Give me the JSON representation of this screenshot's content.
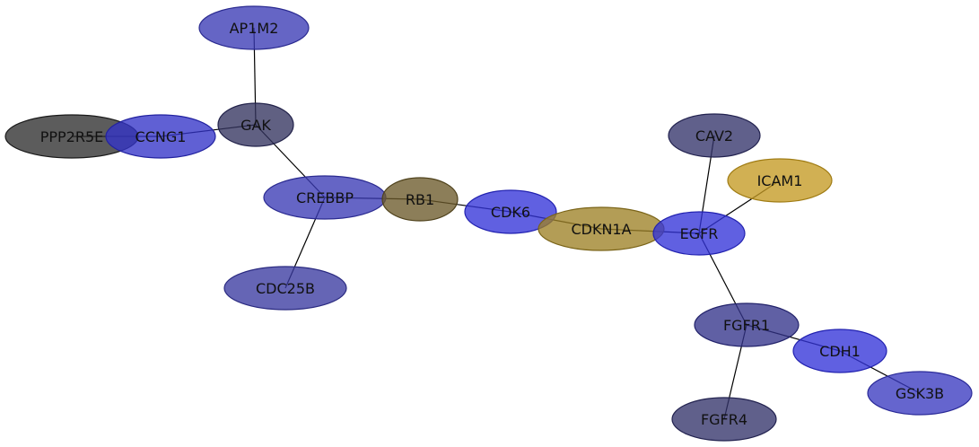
{
  "nodes": [
    {
      "id": "AP1M2",
      "label": "AP1M2",
      "fill": "#3a3ab5",
      "stroke": "#2a2a90"
    },
    {
      "id": "GAK",
      "label": "GAK",
      "fill": "#33335f",
      "stroke": "#22224a"
    },
    {
      "id": "PPP2R5E",
      "label": "PPP2R5E",
      "fill": "#2e2e2e",
      "stroke": "#1a1a1a"
    },
    {
      "id": "CCNG1",
      "label": "CCNG1",
      "fill": "#3333c8",
      "stroke": "#2222a0"
    },
    {
      "id": "CREBBP",
      "label": "CREBBP",
      "fill": "#3a3ab5",
      "stroke": "#2a2a90"
    },
    {
      "id": "RB1",
      "label": "RB1",
      "fill": "#6b5a2a",
      "stroke": "#4f421c"
    },
    {
      "id": "CDC25B",
      "label": "CDC25B",
      "fill": "#3a3aa0",
      "stroke": "#2a2a80"
    },
    {
      "id": "CDK6",
      "label": "CDK6",
      "fill": "#3333d8",
      "stroke": "#2222b0"
    },
    {
      "id": "CDKN1A",
      "label": "CDKN1A",
      "fill": "#9e8226",
      "stroke": "#7a6418"
    },
    {
      "id": "EGFR",
      "label": "EGFR",
      "fill": "#3333d8",
      "stroke": "#2222b0"
    },
    {
      "id": "CAV2",
      "label": "CAV2",
      "fill": "#33336a",
      "stroke": "#22224f"
    },
    {
      "id": "ICAM1",
      "label": "ICAM1",
      "fill": "#c49a22",
      "stroke": "#a07c14"
    },
    {
      "id": "FGFR1",
      "label": "FGFR1",
      "fill": "#33338a",
      "stroke": "#22226a"
    },
    {
      "id": "CDH1",
      "label": "CDH1",
      "fill": "#3333d8",
      "stroke": "#2222b0"
    },
    {
      "id": "GSK3B",
      "label": "GSK3B",
      "fill": "#3a3ac0",
      "stroke": "#2a2a98"
    },
    {
      "id": "FGFR4",
      "label": "FGFR4",
      "fill": "#33336a",
      "stroke": "#22224f"
    }
  ],
  "edges": [
    {
      "source": "AP1M2",
      "target": "GAK"
    },
    {
      "source": "GAK",
      "target": "CCNG1"
    },
    {
      "source": "GAK",
      "target": "CREBBP"
    },
    {
      "source": "CCNG1",
      "target": "PPP2R5E"
    },
    {
      "source": "CREBBP",
      "target": "RB1"
    },
    {
      "source": "CREBBP",
      "target": "CDC25B"
    },
    {
      "source": "RB1",
      "target": "CDK6"
    },
    {
      "source": "CDK6",
      "target": "CDKN1A"
    },
    {
      "source": "CDKN1A",
      "target": "EGFR"
    },
    {
      "source": "EGFR",
      "target": "CAV2"
    },
    {
      "source": "EGFR",
      "target": "ICAM1"
    },
    {
      "source": "EGFR",
      "target": "FGFR1"
    },
    {
      "source": "FGFR1",
      "target": "CDH1"
    },
    {
      "source": "FGFR1",
      "target": "FGFR4"
    },
    {
      "source": "CDH1",
      "target": "GSK3B"
    }
  ]
}
